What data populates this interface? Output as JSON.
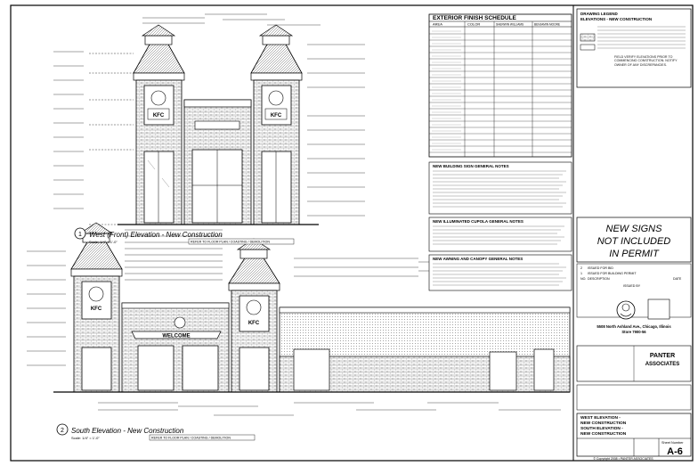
{
  "schedule": {
    "title": "EXTERIOR FINISH SCHEDULE",
    "col_area": "AREA",
    "col_color": "COLOR",
    "col_mfr1": "SHERWIN WILLIAMS",
    "col_mfr2": "BENJAMIN MOORE"
  },
  "legend": {
    "title": "DRAWING LEGEND",
    "subtitle": "ELEVATIONS - NEW CONSTRUCTION",
    "note": "FIELD VERIFY ELEVATIONS PRIOR TO COMMENCING CONSTRUCTION. NOTIFY OWNER OF ANY DISCREPANCIES."
  },
  "notes": {
    "building_sign": "NEW BUILDING SIGN GENERAL NOTES",
    "cupola": "NEW ILLUMINATED CUPOLA GENERAL NOTES",
    "awning": "NEW AWNING AND CANOPY GENERAL NOTES"
  },
  "stamp": {
    "line1": "NEW SIGNS",
    "line2": "NOT INCLUDED",
    "line3": "IN PERMIT"
  },
  "revisions": {
    "row1_no": "2",
    "row1_desc": "ISSUED FOR BID",
    "row2_no": "1",
    "row2_desc": "ISSUED FOR BUILDING PERMIT",
    "head_no": "NO.",
    "head_desc": "DESCRIPTION",
    "head_date": "DATE",
    "issued": "ISSUED BY"
  },
  "project": {
    "address": "5508 North Ashland Ave., Chicago, Illinois",
    "store": "Store 7900-56"
  },
  "firm": {
    "name_line1": "PANTER",
    "name_line2": "ASSOCIATES"
  },
  "sheet": {
    "title1": "WEST ELEVATION -",
    "title2": "NEW CONSTRUCTION",
    "title3": "SOUTH ELEVATION -",
    "title4": "NEW CONSTRUCTION",
    "label_sheet": "Sheet Number",
    "number": "A-6",
    "copyright": "© Copyright 2008 • PANTER ASSOCIATES"
  },
  "views": {
    "west_num": "1",
    "west_title": "West (Front) Elevation - New Construction",
    "west_scale": "Scale: 1/4\" = 1'-0\"",
    "west_ref": "REFER TO FLOOR PLAN / COASTING / DEMOLITION",
    "south_num": "2",
    "south_title": "South Elevation - New Construction",
    "south_scale": "Scale: 1/4\" = 1'-0\"",
    "south_ref": "REFER TO FLOOR PLAN / COASTING / DEMOLITION"
  },
  "signage": {
    "welcome": "WELCOME",
    "sign_text": "KFC"
  }
}
